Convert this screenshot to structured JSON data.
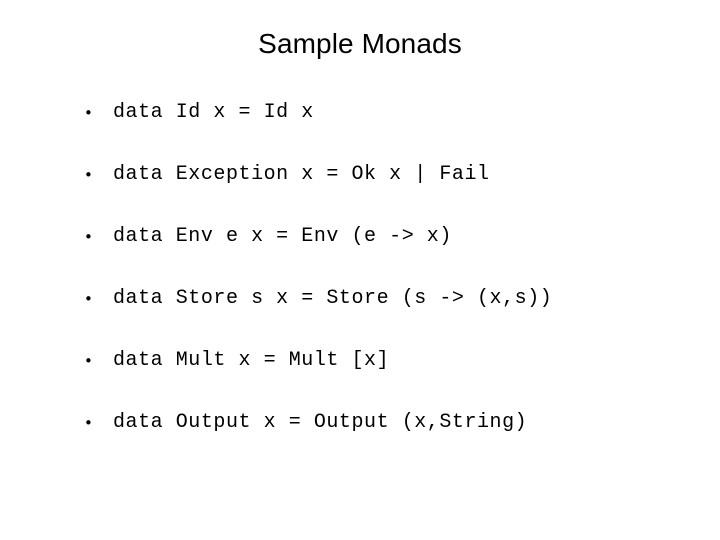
{
  "slide": {
    "title": "Sample Monads",
    "background_color": "#ffffff",
    "text_color": "#000000",
    "bullet_glyph": "•",
    "bullets": [
      {
        "text": "data Id x = Id x"
      },
      {
        "text": "data Exception x = Ok x | Fail"
      },
      {
        "text": "data Env e x = Env (e -> x)"
      },
      {
        "text": "data Store s x = Store (s -> (x,s))"
      },
      {
        "text": "data Mult x = Mult [x]"
      },
      {
        "text": "data Output x = Output (x,String)"
      }
    ]
  }
}
